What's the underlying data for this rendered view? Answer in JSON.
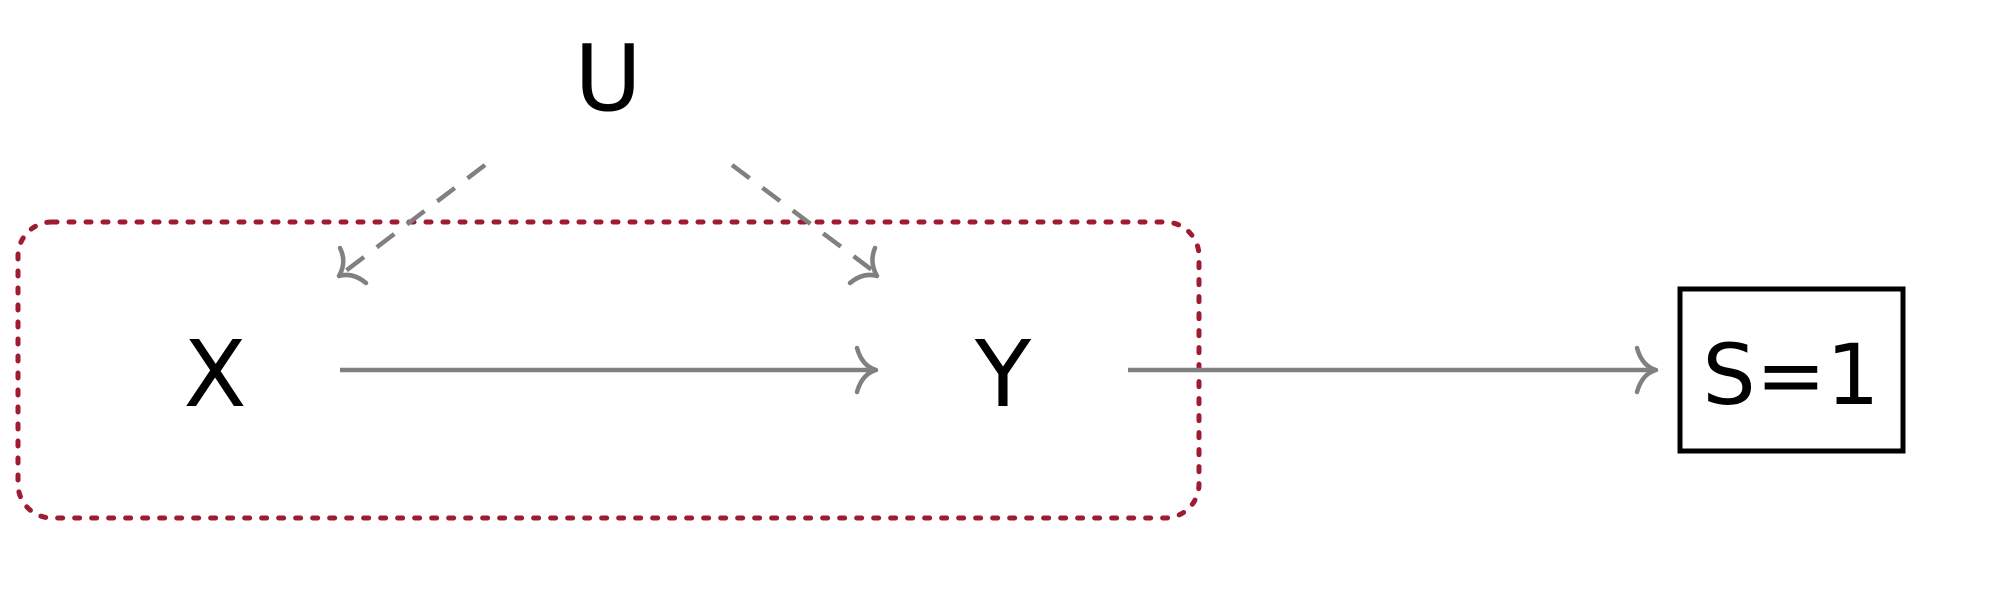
{
  "colors": {
    "edge": "#808080",
    "region": "#9e1b32",
    "text": "#000000",
    "box_border": "#000000",
    "background": "#ffffff"
  },
  "nodes": {
    "u": {
      "label": "U"
    },
    "x": {
      "label": "X"
    },
    "y": {
      "label": "Y"
    },
    "s": {
      "label": "S=1",
      "boxed": true
    }
  },
  "edges": [
    {
      "from": "U",
      "to": "X",
      "style": "dashed"
    },
    {
      "from": "U",
      "to": "Y",
      "style": "dashed"
    },
    {
      "from": "X",
      "to": "Y",
      "style": "solid"
    },
    {
      "from": "Y",
      "to": "S=1",
      "style": "solid"
    }
  ],
  "region": {
    "contains": [
      "X",
      "Y"
    ],
    "style": "dotted"
  }
}
